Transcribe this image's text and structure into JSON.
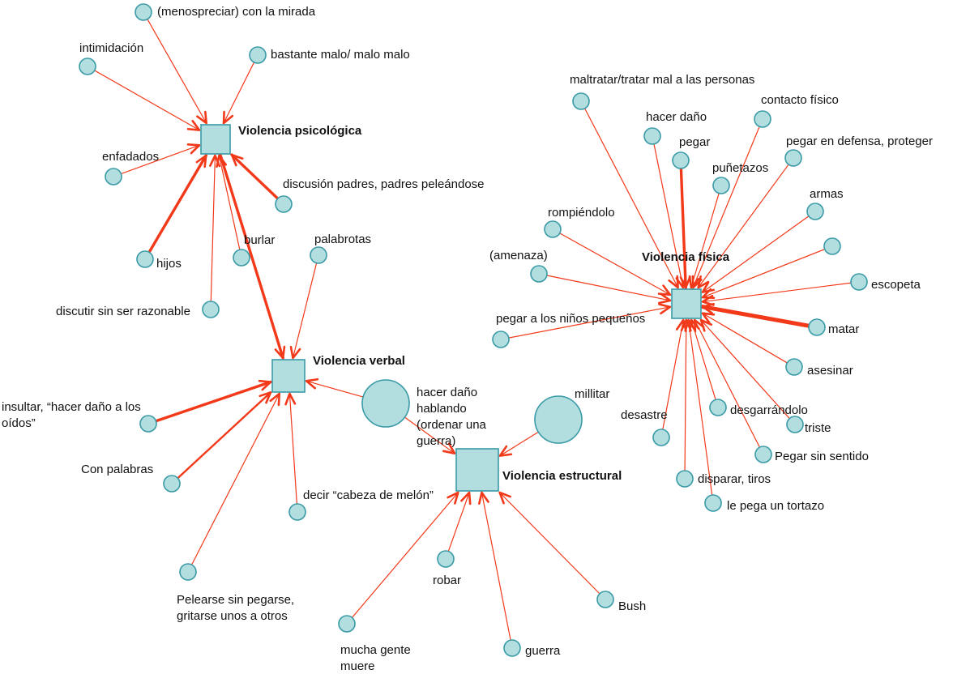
{
  "colors": {
    "edge": "#f2391a",
    "node_fill": "#b3dedf",
    "node_stroke": "#3a9aa6",
    "background": "#ffffff"
  },
  "hubs": [
    {
      "id": "psicologica",
      "label": "Violencia psicológica"
    },
    {
      "id": "verbal",
      "label": "Violencia verbal"
    },
    {
      "id": "estructural",
      "label": "Violencia estructural"
    },
    {
      "id": "fisica",
      "label": "Violencia física"
    }
  ],
  "nodes": [
    {
      "id": "p1",
      "label": [
        "(menospreciar) con la mirada"
      ],
      "target": "psicologica",
      "weight": 1
    },
    {
      "id": "p2",
      "label": [
        "intimidación"
      ],
      "target": "psicologica",
      "weight": 1
    },
    {
      "id": "p3",
      "label": [
        "bastante malo/ malo malo"
      ],
      "target": "psicologica",
      "weight": 1
    },
    {
      "id": "p4",
      "label": [
        "enfadados"
      ],
      "target": "psicologica",
      "weight": 1
    },
    {
      "id": "p5",
      "label": [
        "hijos"
      ],
      "target": "psicologica",
      "weight": 3
    },
    {
      "id": "p6",
      "label": [
        "discusión padres, padres peleándose"
      ],
      "target": "psicologica",
      "weight": 3
    },
    {
      "id": "p7",
      "label": [
        "burlar"
      ],
      "target": "psicologica",
      "weight": 1
    },
    {
      "id": "p8",
      "label": [
        "discutir sin ser razonable"
      ],
      "target": "psicologica",
      "weight": 1
    },
    {
      "id": "v1",
      "label": [
        "palabrotas"
      ],
      "target": "verbal",
      "weight": 1
    },
    {
      "id": "v2",
      "label": [
        "insultar, “hacer daño a los",
        "oídos”"
      ],
      "target": "verbal",
      "weight": 3
    },
    {
      "id": "v3",
      "label": [
        "Con palabras"
      ],
      "target": "verbal",
      "weight": 2
    },
    {
      "id": "v4",
      "label": [
        "decir “cabeza de melón” "
      ],
      "target": "verbal",
      "weight": 1
    },
    {
      "id": "v5",
      "label": [
        "Pelearse sin pegarse,",
        "gritarse unos a otros"
      ],
      "target": "verbal",
      "weight": 1
    },
    {
      "id": "e1",
      "label": [
        "hacer daño",
        "hablando",
        "(ordenar una",
        "guerra)"
      ],
      "target": "estructural",
      "weight": 1
    },
    {
      "id": "e2",
      "label": [
        "millitar"
      ],
      "target": "estructural",
      "weight": 1
    },
    {
      "id": "e3",
      "label": [
        "robar"
      ],
      "target": "estructural",
      "weight": 1
    },
    {
      "id": "e4",
      "label": [
        "mucha gente",
        "muere"
      ],
      "target": "estructural",
      "weight": 1
    },
    {
      "id": "e5",
      "label": [
        "guerra"
      ],
      "target": "estructural",
      "weight": 1
    },
    {
      "id": "e6",
      "label": [
        "Bush"
      ],
      "target": "estructural",
      "weight": 1
    },
    {
      "id": "f1",
      "label": [
        "maltratar/tratar mal a las personas"
      ],
      "target": "fisica",
      "weight": 1
    },
    {
      "id": "f2",
      "label": [
        "hacer daño"
      ],
      "target": "fisica",
      "weight": 1
    },
    {
      "id": "f3",
      "label": [
        "contacto físico"
      ],
      "target": "fisica",
      "weight": 1
    },
    {
      "id": "f4",
      "label": [
        "pegar"
      ],
      "target": "fisica",
      "weight": 3
    },
    {
      "id": "f5",
      "label": [
        "pegar en defensa, proteger"
      ],
      "target": "fisica",
      "weight": 1
    },
    {
      "id": "f6",
      "label": [
        "puñetazos"
      ],
      "target": "fisica",
      "weight": 1
    },
    {
      "id": "f7",
      "label": [
        "armas"
      ],
      "target": "fisica",
      "weight": 1
    },
    {
      "id": "f8",
      "label": [
        "rompiéndolo"
      ],
      "target": "fisica",
      "weight": 1
    },
    {
      "id": "f9",
      "label": [
        ""
      ],
      "target": "fisica",
      "weight": 1
    },
    {
      "id": "f10",
      "label": [
        "(amenaza)"
      ],
      "target": "fisica",
      "weight": 1
    },
    {
      "id": "f11",
      "label": [
        "escopeta"
      ],
      "target": "fisica",
      "weight": 1
    },
    {
      "id": "f12",
      "label": [
        "pegar a los niños pequeños"
      ],
      "target": "fisica",
      "weight": 1
    },
    {
      "id": "f13",
      "label": [
        "matar"
      ],
      "target": "fisica",
      "weight": 4
    },
    {
      "id": "f14",
      "label": [
        "asesinar"
      ],
      "target": "fisica",
      "weight": 1
    },
    {
      "id": "f15",
      "label": [
        "desastre"
      ],
      "target": "fisica",
      "weight": 1
    },
    {
      "id": "f16",
      "label": [
        "desgarrándolo"
      ],
      "target": "fisica",
      "weight": 1
    },
    {
      "id": "f17",
      "label": [
        "triste"
      ],
      "target": "fisica",
      "weight": 1
    },
    {
      "id": "f18",
      "label": [
        "Pegar sin sentido"
      ],
      "target": "fisica",
      "weight": 1
    },
    {
      "id": "f19",
      "label": [
        "disparar, tiros"
      ],
      "target": "fisica",
      "weight": 1
    },
    {
      "id": "f20",
      "label": [
        "le pega un tortazo"
      ],
      "target": "fisica",
      "weight": 1
    }
  ],
  "hub_links": [
    {
      "from": "psicologica",
      "to": "verbal",
      "weight": 3
    },
    {
      "from": "e1",
      "to": "verbal",
      "weight": 1
    }
  ]
}
